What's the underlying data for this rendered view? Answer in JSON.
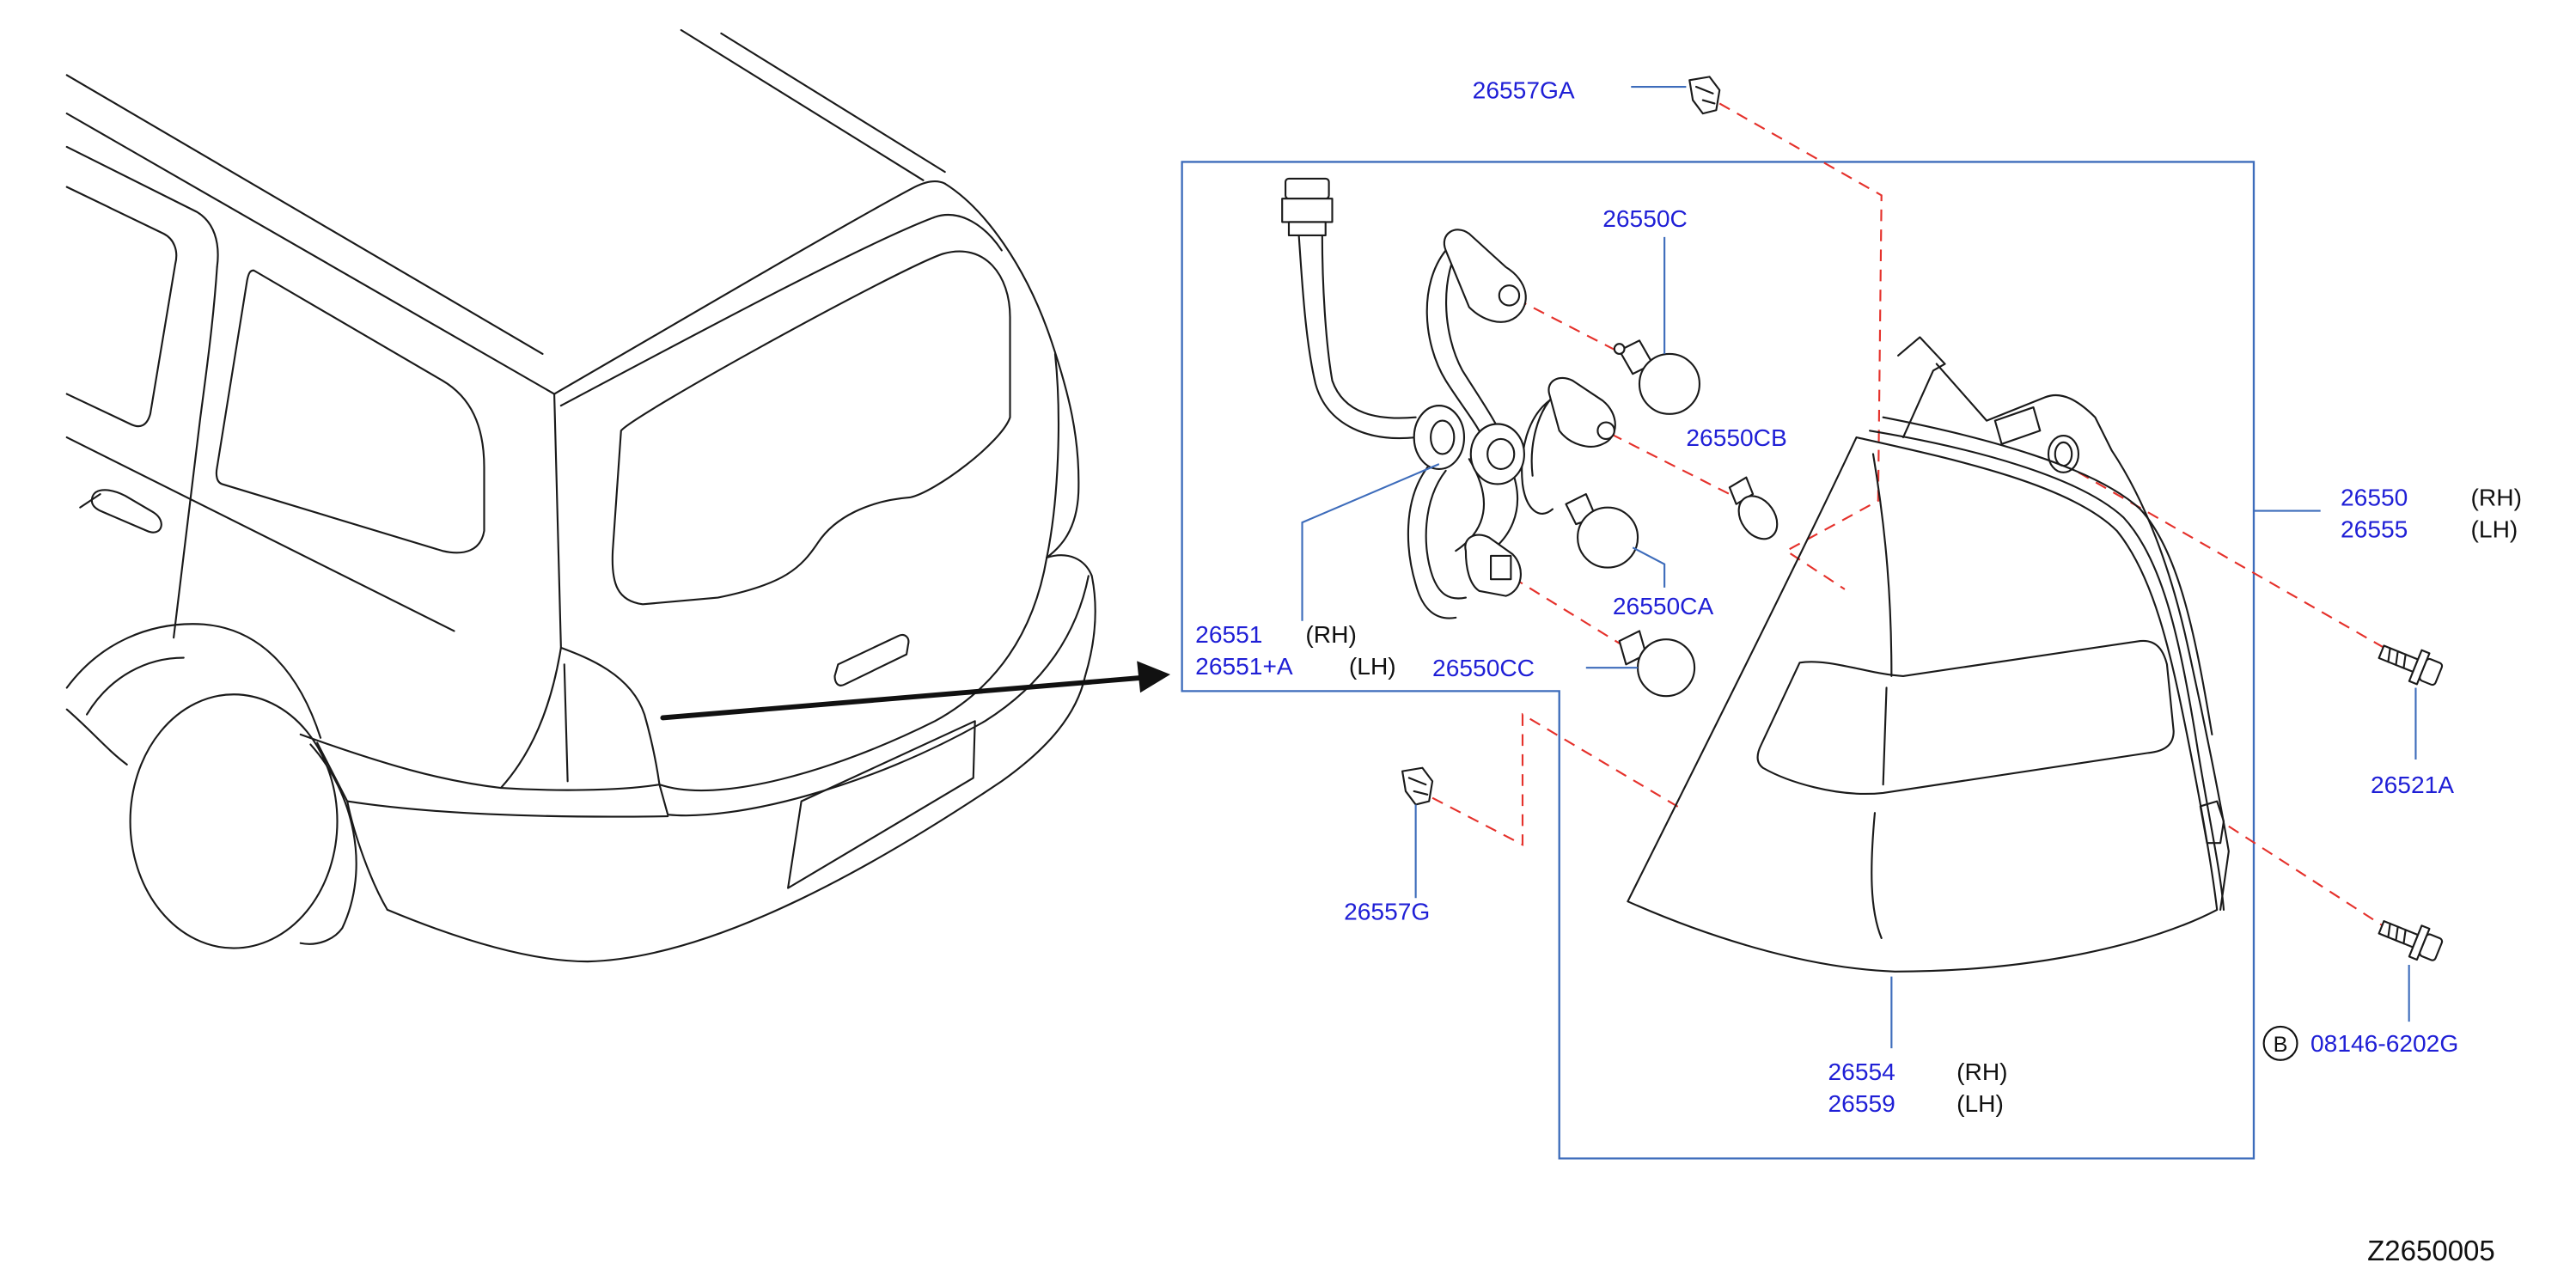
{
  "figure_code": "Z2650005",
  "colors": {
    "part_number": "#1f1fd6",
    "qualifier": "#111111",
    "drawing": "#1a1a1a",
    "frame": "#3d6cbb",
    "hidden_line": "#e5312b"
  },
  "callouts": {
    "clip_top": {
      "number": "26557GA"
    },
    "bulb_top": {
      "number": "26550C"
    },
    "bulb_small": {
      "number": "26550CB"
    },
    "lamp": {
      "rh_number": "26550",
      "rh": "(RH)",
      "lh_number": "26555",
      "lh": "(LH)"
    },
    "bulb_middle": {
      "number": "26550CA"
    },
    "harness": {
      "rh_number": "26551",
      "rh": "(RH)",
      "lh_number": "26551+A",
      "lh": "(LH)"
    },
    "bulb_bottom": {
      "number": "26550CC"
    },
    "screw_upper": {
      "number": "26521A"
    },
    "clip_bottom": {
      "number": "26557G"
    },
    "screw_lower": {
      "marker": "B",
      "number": "08146-6202G"
    },
    "lens": {
      "rh_number": "26554",
      "rh": "(RH)",
      "lh_number": "26559",
      "lh": "(LH)"
    }
  }
}
